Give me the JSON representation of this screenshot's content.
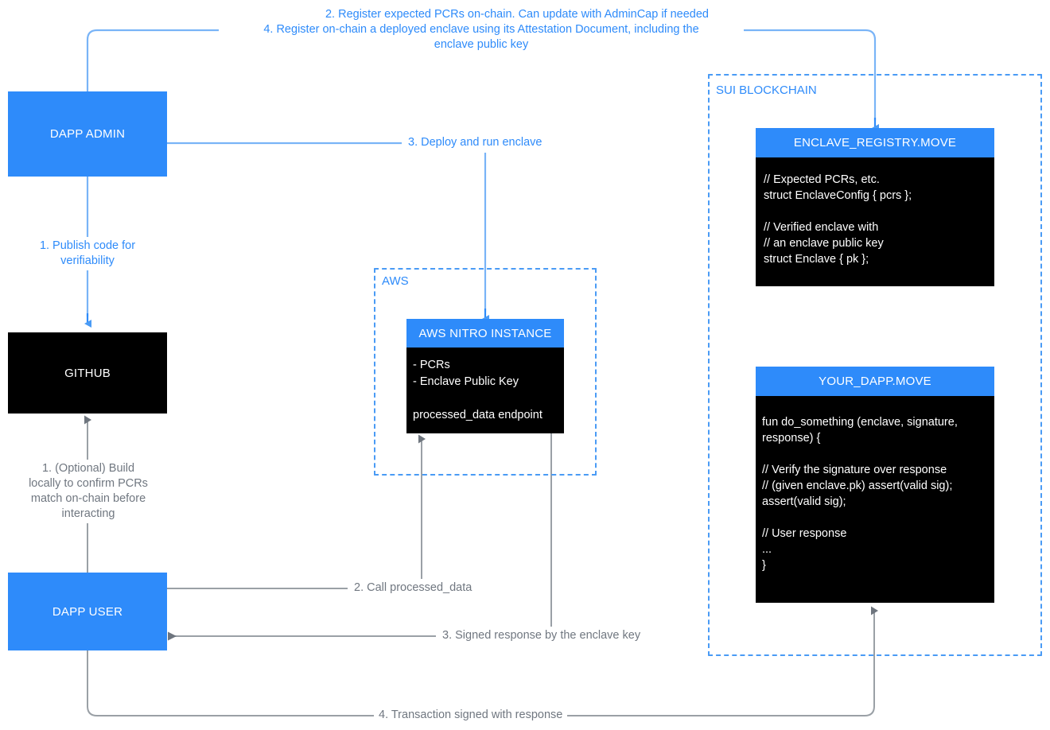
{
  "diagram": {
    "title": "Sui Nitro Enclave attestation architecture",
    "colors": {
      "accent_blue": "#2e8bfa",
      "dashed_blue": "#4a9bf5",
      "gray_wire": "#9aa0a6",
      "gray_text": "#707780",
      "black": "#000000",
      "white": "#ffffff"
    }
  },
  "groups": {
    "aws": {
      "label": "AWS"
    },
    "sui": {
      "label": "SUI BLOCKCHAIN"
    }
  },
  "nodes": {
    "dapp_admin": {
      "label": "DAPP ADMIN"
    },
    "github": {
      "label": "GITHUB"
    },
    "dapp_user": {
      "label": "DAPP USER"
    },
    "aws_nitro": {
      "header": "AWS NITRO INSTANCE",
      "body": "- PCRs\n- Enclave Public Key\n\nprocessed_data endpoint"
    },
    "enclave_registry": {
      "header": "ENCLAVE_REGISTRY.MOVE",
      "body": "// Expected PCRs, etc.\nstruct EnclaveConfig { pcrs };\n\n// Verified enclave with\n// an enclave public key\nstruct Enclave { pk };"
    },
    "your_dapp": {
      "header": "YOUR_DAPP.MOVE",
      "body": "fun do_something (enclave, signature, response) {\n\n// Verify the signature over response\n// (given enclave.pk) assert(valid sig);\nassert(valid sig);\n\n// User response\n...\n}"
    }
  },
  "edges": {
    "register_pcrs": "2. Register expected PCRs on-chain. Can update with AdminCap if needed",
    "register_enclave": "4. Register on-chain a deployed enclave using its Attestation Document, including the\nenclave public key",
    "publish_code": "1. Publish code for\nverifiability",
    "deploy_enclave": "3. Deploy and run enclave",
    "build_locally": "1. (Optional) Build\nlocally to confirm PCRs\nmatch on-chain before\ninteracting",
    "call_processed_data": "2. Call processed_data",
    "signed_response": "3. Signed response by the enclave key",
    "transaction_signed": "4. Transaction signed with response"
  }
}
